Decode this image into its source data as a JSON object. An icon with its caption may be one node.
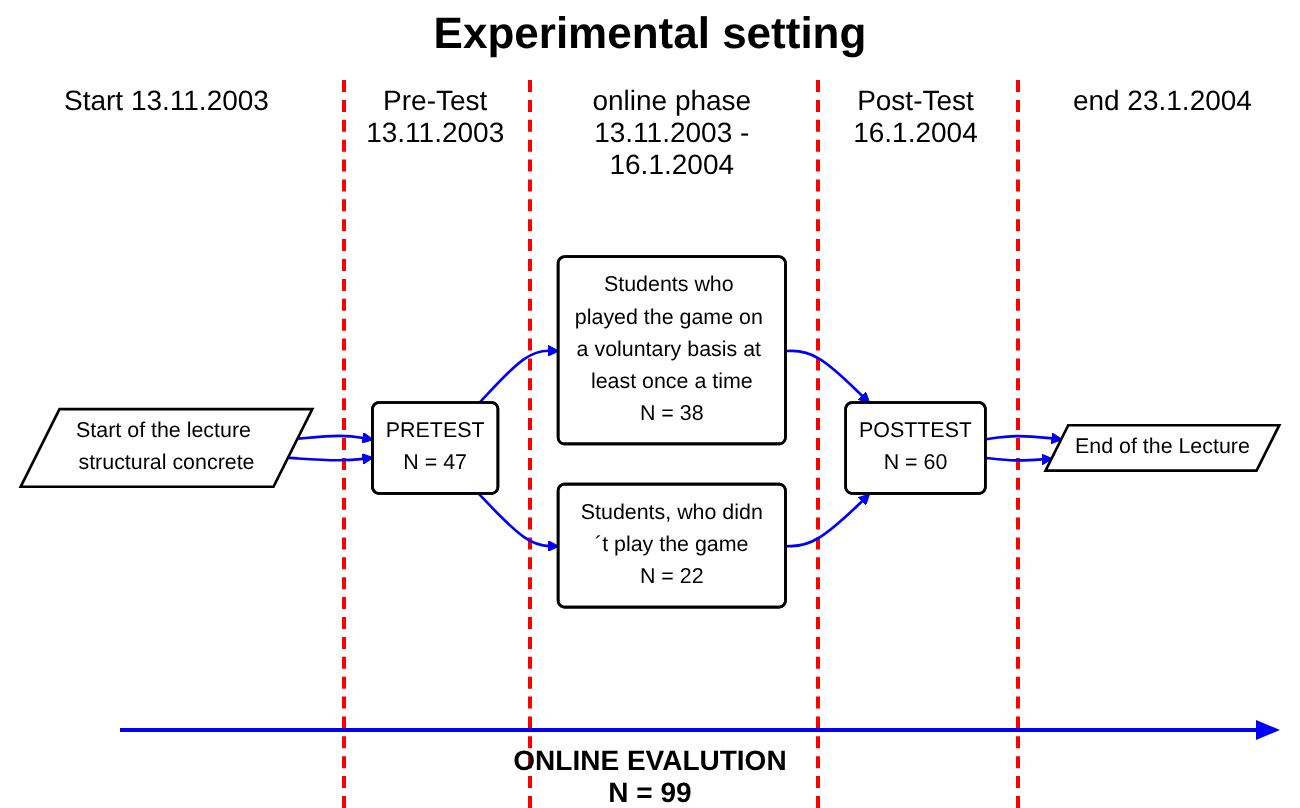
{
  "diagram": {
    "title": "Experimental setting",
    "nodes": [
      {
        "text": [
          "Start of the lecture structural concrete"
        ]
      },
      {
        "text": [
          "PRETEST",
          "N = 47"
        ]
      },
      {
        "text": [
          "Students who played the game on a voluntary basis at least once a time",
          "N = 38"
        ]
      },
      {
        "text": [
          "Students, who didn´t play the game",
          "N = 22"
        ]
      },
      {
        "text": [
          "POSTTEST",
          "N = 60"
        ]
      },
      {
        "text": [
          "End of the Lecture"
        ]
      }
    ],
    "edges": [
      {
        "from": 0,
        "to": 1,
        "arrow": "to"
      },
      {
        "from": 0,
        "to": 1,
        "arrow": "to"
      },
      {
        "from": 1,
        "to": 2,
        "arrow": "to"
      },
      {
        "from": 1,
        "to": 3,
        "arrow": "to"
      },
      {
        "from": 2,
        "to": 4,
        "arrow": "to"
      },
      {
        "from": 3,
        "to": 4,
        "arrow": "to"
      },
      {
        "from": 4,
        "to": 5,
        "arrow": "to"
      },
      {
        "from": 4,
        "to": 5,
        "arrow": "to"
      }
    ],
    "labels": [
      "Start 13.11.2003",
      "Pre-Test 13.11.2003",
      "online phase 13.11.2003 - 16.1.2004",
      "Post-Test 16.1.2004",
      "end 23.1.2004",
      "ONLINE EVALUTION N = 99"
    ]
  }
}
